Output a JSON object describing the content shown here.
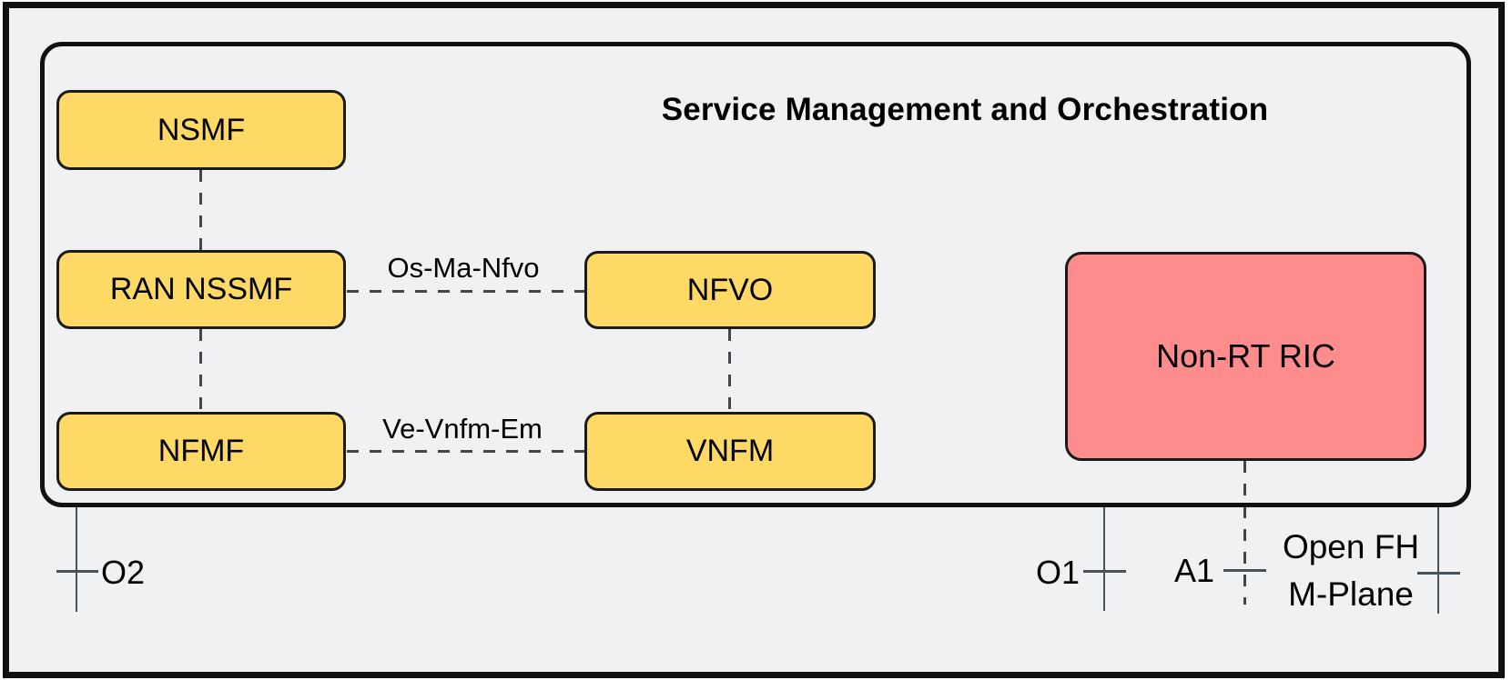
{
  "diagram": {
    "title": "Service Management and Orchestration",
    "nodes": [
      {
        "id": "nsmf",
        "label": "NSMF"
      },
      {
        "id": "ran-nssmf",
        "label": "RAN NSSMF"
      },
      {
        "id": "nfvo",
        "label": "NFVO"
      },
      {
        "id": "nfmf",
        "label": "NFMF"
      },
      {
        "id": "vnfm",
        "label": "VNFM"
      },
      {
        "id": "non-rt-ric",
        "label": "Non-RT RIC"
      }
    ],
    "edge_labels": [
      {
        "id": "os-ma-nfvo",
        "label": "Os-Ma-Nfvo"
      },
      {
        "id": "ve-vnfm-em",
        "label": "Ve-Vnfm-Em"
      }
    ],
    "interfaces": [
      {
        "id": "o2",
        "label": "O2"
      },
      {
        "id": "o1",
        "label": "O1"
      },
      {
        "id": "a1",
        "label": "A1"
      },
      {
        "id": "open-fh-m-plane",
        "line1": "Open FH",
        "line2": "M-Plane"
      }
    ],
    "colors": {
      "background": "#F0F1F3",
      "frame_stroke": "#111111",
      "node_fill": "#FFD966",
      "node_stroke": "#1A1A1A",
      "ric_fill": "#FF8C8C",
      "dash_color": "#3F464C",
      "tick_color": "#49525A",
      "text_color": "#000000"
    }
  }
}
